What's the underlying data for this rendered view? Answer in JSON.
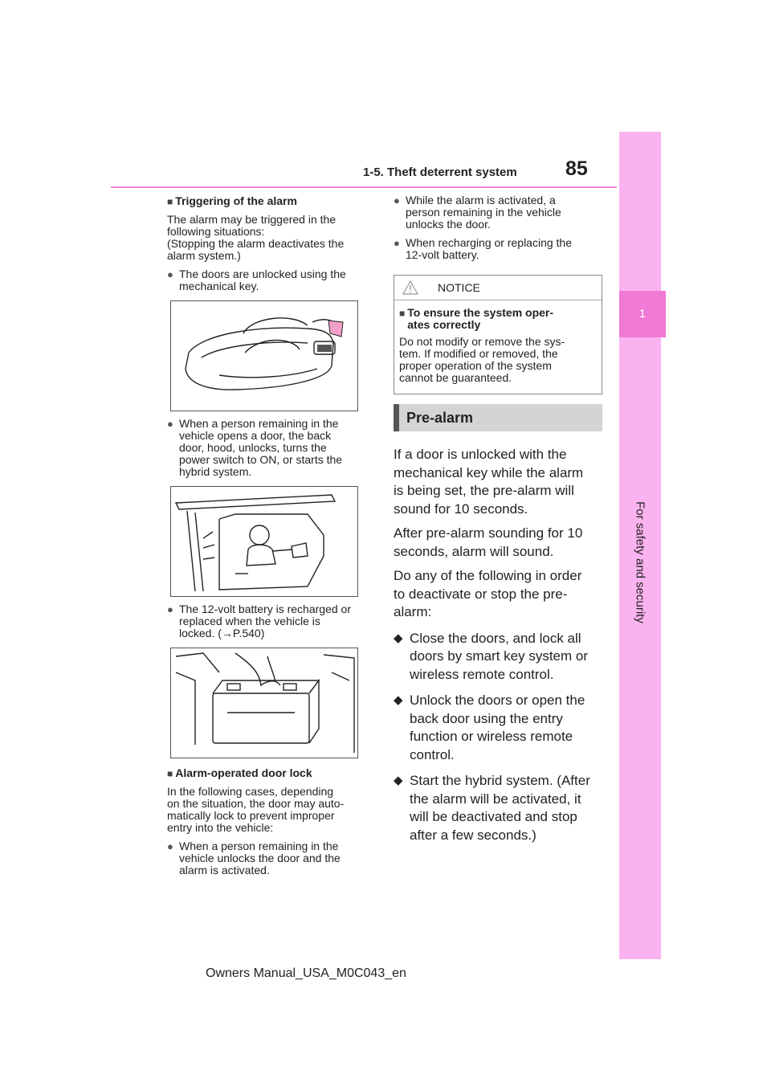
{
  "header": {
    "section_title": "1-5. Theft deterrent system",
    "page_number": "85"
  },
  "side_tab": {
    "chapter_number": "1",
    "chapter_title": "For safety and security"
  },
  "left_column": {
    "triggering": {
      "heading": "Triggering of the alarm",
      "intro": [
        "The alarm may be triggered in the",
        "following situations:",
        "(Stopping the alarm deactivates the",
        "alarm system.)"
      ],
      "bullet_1": [
        "The doors are unlocked using the",
        "mechanical key."
      ],
      "bullet_2": [
        "When a person remaining in the",
        "vehicle opens a door, the back",
        "door, hood, unlocks, turns the",
        "power switch to ON, or starts the",
        "hybrid system."
      ],
      "bullet_3": [
        "The 12-volt battery is recharged or",
        "replaced when the vehicle is",
        "locked. (→P.540)"
      ]
    },
    "door_lock": {
      "heading": "Alarm-operated door lock",
      "intro": [
        "In the following cases, depending",
        "on the situation, the door may auto-",
        "matically lock to prevent improper",
        "entry into the vehicle:"
      ],
      "bullet_1": [
        "When a person remaining in the",
        "vehicle unlocks the door and the",
        "alarm is activated."
      ]
    }
  },
  "right_column": {
    "bullet_2": [
      "While the alarm is activated, a",
      "person remaining in the vehicle",
      "unlocks the door."
    ],
    "bullet_3": [
      "When recharging or replacing the",
      "12-volt battery."
    ],
    "notice": {
      "label": "NOTICE",
      "subheading": [
        "To ensure the system oper-",
        "ates correctly"
      ],
      "body": [
        "Do not modify or remove the sys-",
        "tem. If modified or removed, the",
        "proper operation of the system",
        "cannot be guaranteed."
      ]
    },
    "pre_alarm": {
      "title": "Pre-alarm",
      "para_1": [
        "If a door is unlocked with the",
        "mechanical key while the alarm",
        "is being set, the pre-alarm will",
        "sound for 10 seconds."
      ],
      "para_2": [
        "After pre-alarm sounding for 10",
        "seconds, alarm will sound."
      ],
      "para_3": [
        "Do any of the following in order",
        "to deactivate or stop the pre-",
        "alarm:"
      ],
      "bullets": {
        "b1": [
          "Close the doors, and lock all",
          "doors by smart key system or",
          "wireless remote control."
        ],
        "b2": [
          "Unlock the doors or open the",
          "back door using the entry",
          "function or wireless remote",
          "control."
        ],
        "b3": [
          "Start the hybrid system. (After",
          "the alarm will be activated, it",
          "will be deactivated and stop",
          "after a few seconds.)"
        ]
      }
    }
  },
  "footer": {
    "doc_id": "Owners Manual_USA_M0C043_en"
  }
}
